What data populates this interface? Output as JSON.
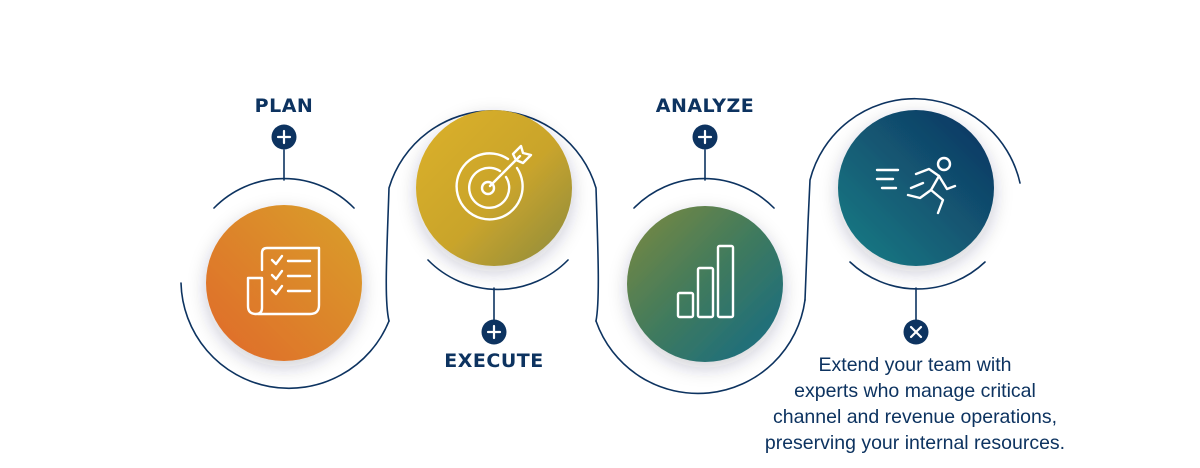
{
  "steps": [
    {
      "label": "PLAN",
      "icon": "checklist-icon",
      "toggle": "plus"
    },
    {
      "label": "EXECUTE",
      "icon": "target-icon",
      "toggle": "plus"
    },
    {
      "label": "ANALYZE",
      "icon": "bar-chart-icon",
      "toggle": "plus"
    },
    {
      "label": "",
      "icon": "running-person-icon",
      "toggle": "close"
    }
  ],
  "description": {
    "lines": [
      "Extend your team with",
      "experts who manage critical",
      "channel and revenue operations,",
      "preserving your internal resources."
    ]
  },
  "colors": {
    "navy": "#0d3360",
    "orange": "#e0702a",
    "gold": "#d9ad2a",
    "olive": "#8c8a40",
    "teal": "#177a82",
    "blue": "#0f3c6a"
  }
}
